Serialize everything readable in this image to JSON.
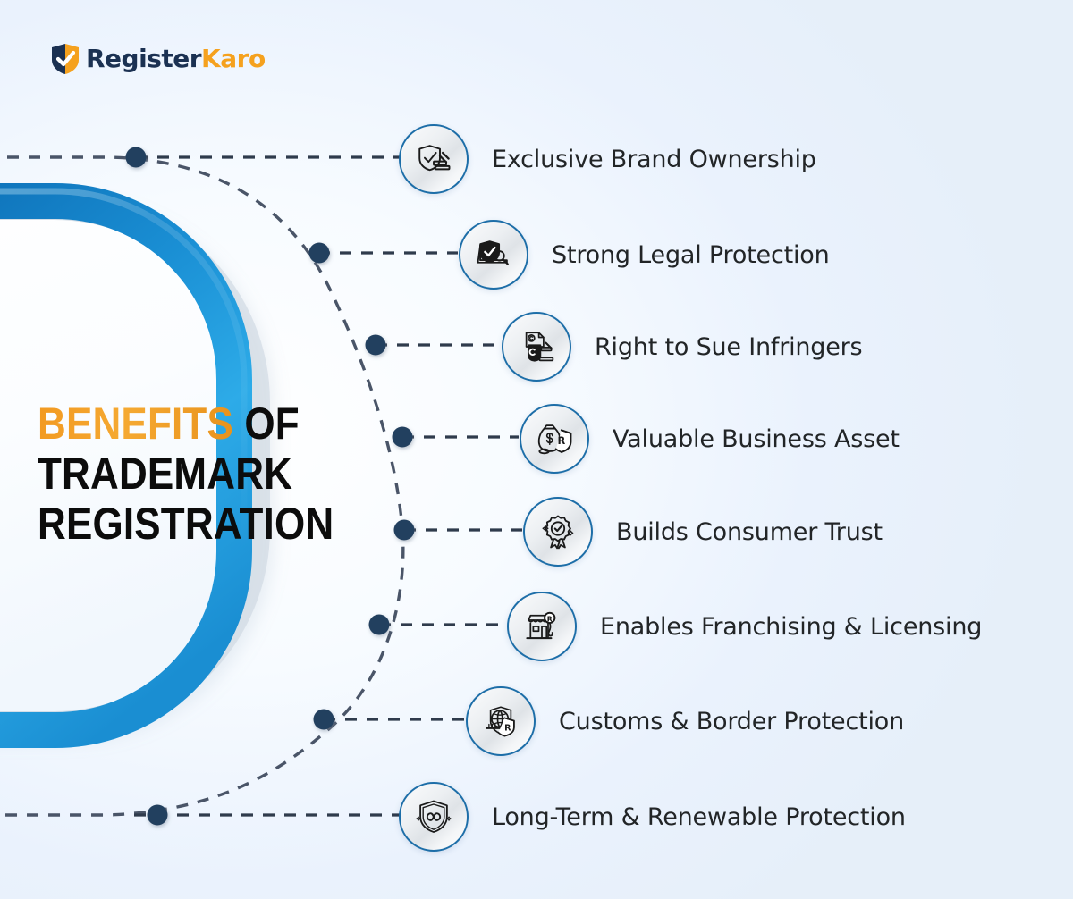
{
  "brand": {
    "logo_icon": "shield-check-icon",
    "name_part1": "Register",
    "name_part2": "Karo",
    "color_navy": "#1b3152",
    "color_orange": "#f5a11e"
  },
  "headline": {
    "line1_accent": "BENEFITS",
    "line1_rest": " OF",
    "line2": "TRADEMARK",
    "line3": "REGISTRATION",
    "accent_color": "#f2a02a",
    "text_color": "#0c0c0c"
  },
  "theme": {
    "background": "#eef4fd",
    "arc_blue_light": "#29a9e8",
    "arc_blue_dark": "#0f6fb5",
    "dot_navy": "#24405e",
    "dash_color": "#4a5568",
    "icon_ring": "#1d6ea8"
  },
  "benefits": [
    {
      "id": 1,
      "label": "Exclusive Brand Ownership",
      "icon": "shield-check-gavel-icon"
    },
    {
      "id": 2,
      "label": "Strong Legal Protection",
      "icon": "shield-document-magnifier-icon"
    },
    {
      "id": 3,
      "label": "Right to Sue Infringers",
      "icon": "copyright-document-gavel-icon"
    },
    {
      "id": 4,
      "label": "Valuable Business Asset",
      "icon": "money-bag-shield-icon"
    },
    {
      "id": 5,
      "label": "Builds Consumer Trust",
      "icon": "award-badge-check-icon"
    },
    {
      "id": 6,
      "label": "Enables Franchising & Licensing",
      "icon": "storefront-registered-icon"
    },
    {
      "id": 7,
      "label": "Customs & Border Protection",
      "icon": "globe-shield-registered-icon"
    },
    {
      "id": 8,
      "label": "Long-Term & Renewable Protection",
      "icon": "shield-infinity-icon"
    }
  ]
}
